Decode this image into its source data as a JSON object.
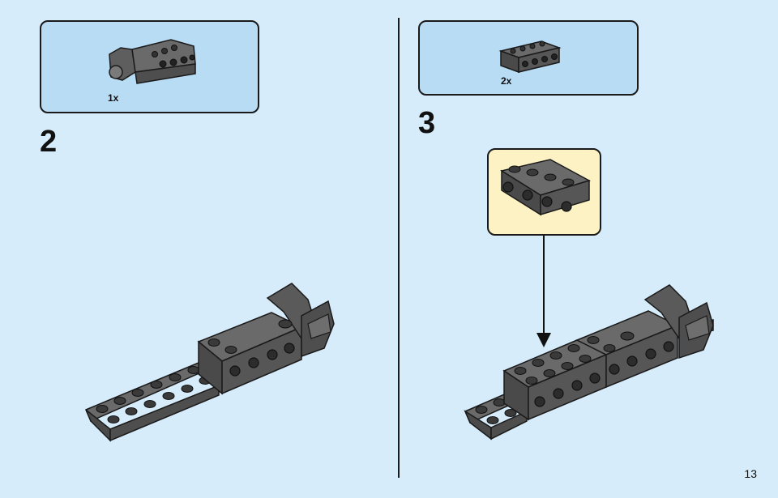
{
  "steps": [
    {
      "number": "2",
      "parts_qty": "1x"
    },
    {
      "number": "3",
      "parts_qty": "2x"
    }
  ],
  "page_number": "13",
  "colors": {
    "background": "#d6ecfb",
    "parts_box": "#b9dcf5",
    "callout": "#fdf2c4",
    "brick": "#5e5e5e",
    "outline": "#1a1a1a"
  },
  "icons": [
    "engine-brick-icon",
    "technic-brick-1x4-icon",
    "assembly-model-icon",
    "arrow-down-icon"
  ]
}
